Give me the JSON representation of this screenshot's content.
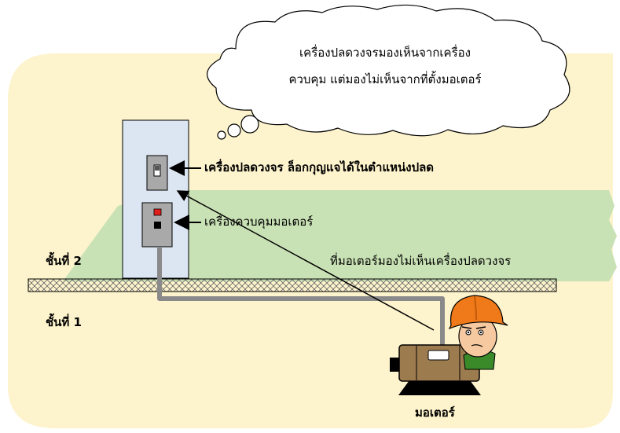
{
  "thought_bubble": {
    "line1": "เครื่องปลดวงจรมองเห็นจากเครื่อง",
    "line2": "ควบคุม แต่มองไม่เห็นจากที่ตั้งมอเตอร์"
  },
  "labels": {
    "disconnect_switch": "เครื่องปลดวงจร ล็อกกุญแจได้ในตำแหน่งปลด",
    "motor_controller": "เครื่องควบคุมมอเตอร์",
    "no_line_of_sight": "ที่มอเตอร์มองไม่เห็นเครื่องปลดวงจร",
    "floor_2": "ชั้นที่ 2",
    "floor_1": "ชั้นที่ 1",
    "motor": "มอเตอร์"
  },
  "colors": {
    "background": "#fdf3cc",
    "green_band": "#c9e2b5",
    "panel": "#dce6f2",
    "device_gray": "#a9a9a9",
    "indicator_red": "#e0201b",
    "helmet": "#f07a19",
    "motor_body": "#9c7b4f",
    "conduit": "#8a8a8a"
  }
}
